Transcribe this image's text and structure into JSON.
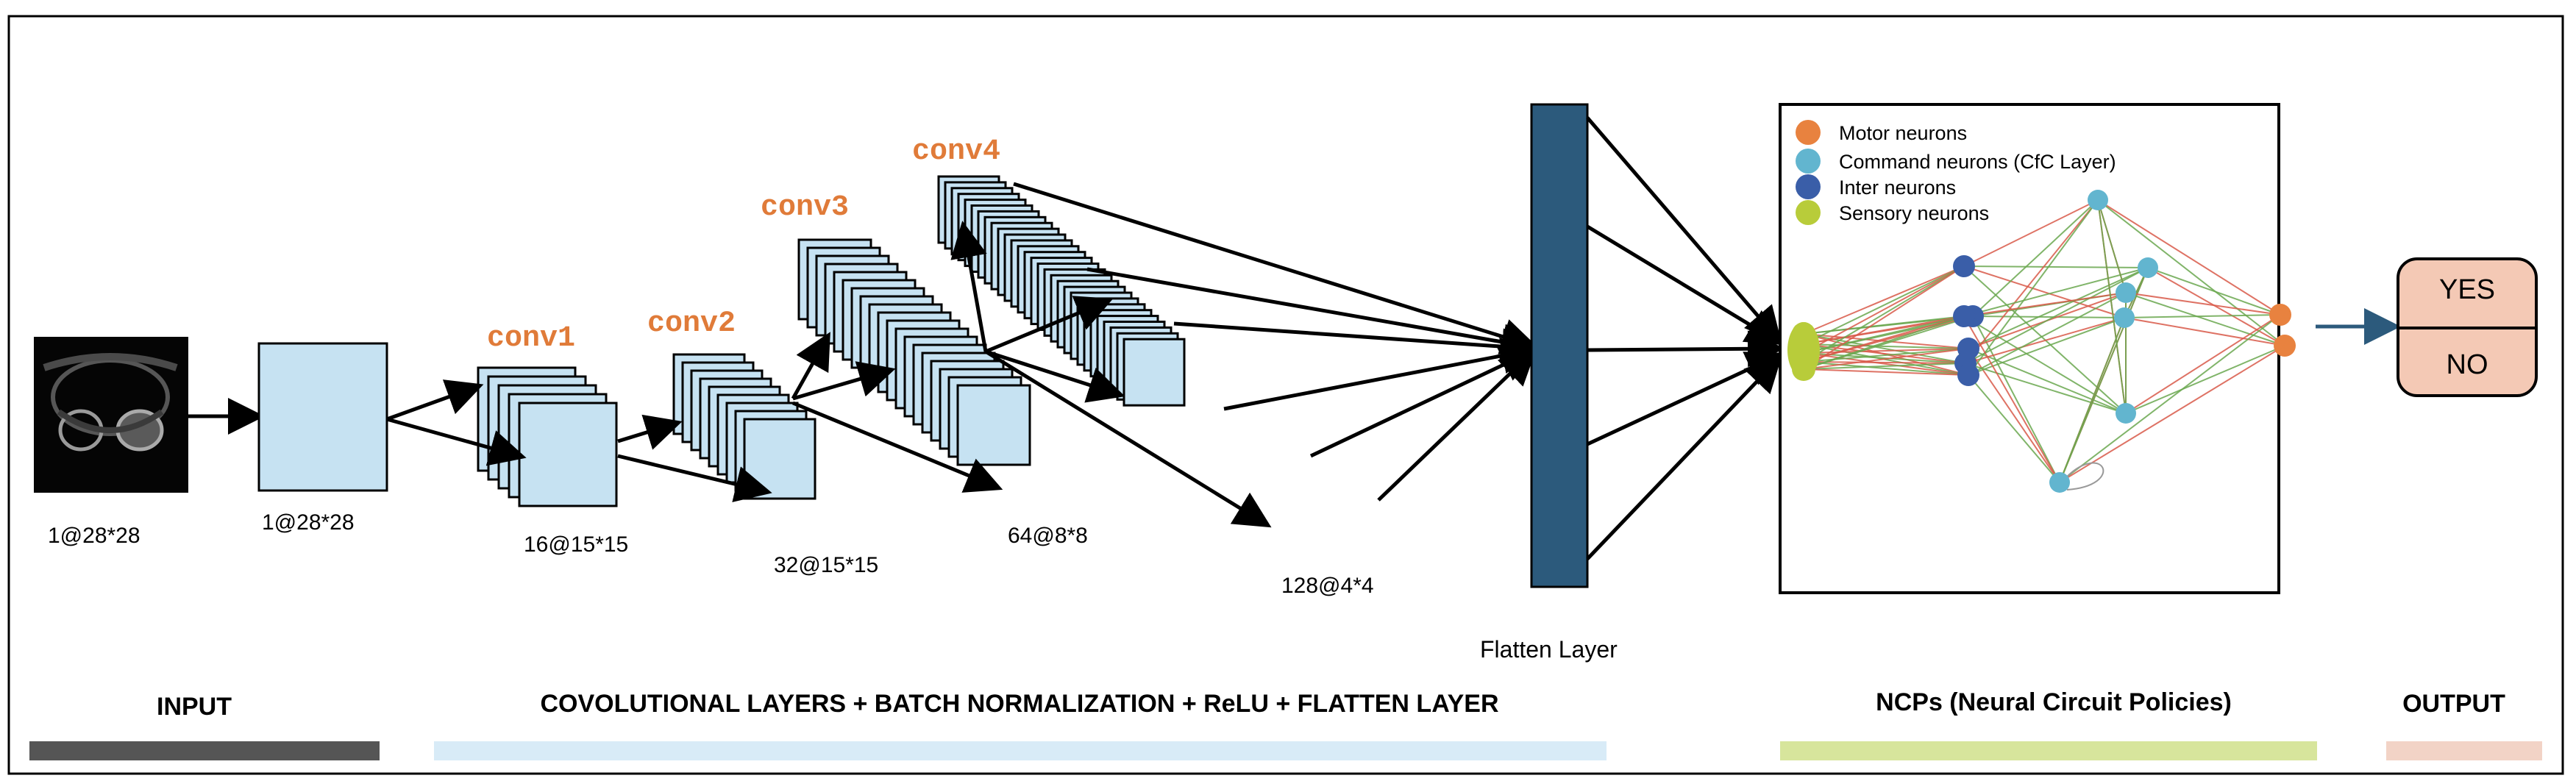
{
  "input": {
    "size_label": "1@28*28"
  },
  "input_block": {
    "size_label": "1@28*28"
  },
  "conv_layers": [
    {
      "name": "conv1",
      "size_label": "16@15*15"
    },
    {
      "name": "conv2",
      "size_label": "32@15*15"
    },
    {
      "name": "conv3",
      "size_label": "64@8*8"
    },
    {
      "name": "conv4",
      "size_label": "128@4*4"
    }
  ],
  "flatten": {
    "label": "Flatten Layer"
  },
  "ncp": {
    "legend": [
      {
        "label": "Motor neurons",
        "color": "#e8823f"
      },
      {
        "label": "Command neurons (CfC  Layer)",
        "color": "#62b5cf"
      },
      {
        "label": "Inter neurons",
        "color": "#3a5ea8"
      },
      {
        "label": "Sensory neurons",
        "color": "#b8cc3a"
      }
    ]
  },
  "output": {
    "yes": "YES",
    "no": "NO",
    "fill": "#f4c9b5"
  },
  "sections": [
    {
      "label": "INPUT",
      "bar_color": "#555555"
    },
    {
      "label": "COVOLUTIONAL LAYERS +  BATCH NORMALIZATION  +  ReLU  +  FLATTEN LAYER",
      "bar_color": "#d8ebf7"
    },
    {
      "label": "NCPs (Neural Circuit Policies)",
      "bar_color": "#d7e59c"
    },
    {
      "label": "OUTPUT",
      "bar_color": "#f2d3c6"
    }
  ],
  "colors": {
    "block": "#c6e2f2",
    "flatten": "#2c5a7c",
    "arrow_red": "#d95a4a",
    "arrow_green": "#6aa84f"
  }
}
